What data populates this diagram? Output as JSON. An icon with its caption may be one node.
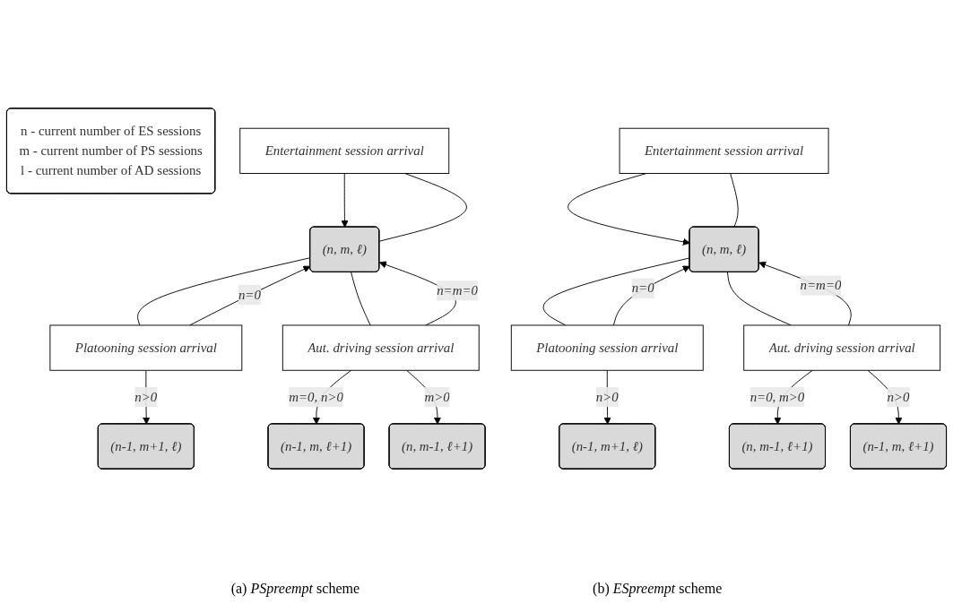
{
  "diagram": {
    "nodes": [
      {
        "text": [
          "(n, m-1, ℓ+1)"
        ]
      },
      {
        "text": [
          "(n-1, m, ℓ+1)"
        ]
      },
      {
        "text": [
          "Entertainment session arrival"
        ]
      },
      {
        "text": [
          "(n, m, ℓ)"
        ]
      },
      {
        "text": [
          "Platooning session arrival"
        ]
      },
      {
        "text": [
          "Aut. driving session arrival"
        ]
      },
      {
        "text": [
          "(n-1, m+1, ℓ)"
        ]
      },
      {
        "text": [
          "n - current number of ES sessions",
          "m - current number of PS sessions",
          "l - current number of AD sessions"
        ]
      },
      {
        "text": [
          "(n-1, m, ℓ+1)"
        ]
      },
      {
        "text": [
          "(n, m-1, ℓ+1)"
        ]
      },
      {
        "text": [
          "Entertainment session arrival"
        ]
      },
      {
        "text": [
          "(n, m, ℓ)"
        ]
      },
      {
        "text": [
          "Platooning session arrival"
        ]
      },
      {
        "text": [
          "Aut. driving session arrival"
        ]
      },
      {
        "text": [
          "(n-1, m+1, ℓ)"
        ]
      }
    ],
    "edges": [
      {
        "from": 3,
        "to": 2,
        "arrow": "none"
      },
      {
        "from": 2,
        "to": 3,
        "arrow": "to"
      },
      {
        "from": 3,
        "to": 4,
        "arrow": "none"
      },
      {
        "from": 4,
        "to": 3,
        "label": "n=0",
        "arrow": "to"
      },
      {
        "from": 4,
        "to": 6,
        "label": "n>0",
        "arrow": "to"
      },
      {
        "from": 3,
        "to": 5,
        "arrow": "none"
      },
      {
        "from": 5,
        "to": 3,
        "label": "n=m=0",
        "arrow": "to"
      },
      {
        "from": 5,
        "to": 1,
        "label": "m=0, n>0",
        "arrow": "to"
      },
      {
        "from": 5,
        "to": 0,
        "label": "m>0",
        "arrow": "to"
      },
      {
        "from": 11,
        "to": 10,
        "arrow": "none"
      },
      {
        "from": 10,
        "to": 11,
        "arrow": "to"
      },
      {
        "from": 11,
        "to": 12,
        "arrow": "none"
      },
      {
        "from": 12,
        "to": 11,
        "label": "n=0",
        "arrow": "to"
      },
      {
        "from": 12,
        "to": 14,
        "label": "n>0",
        "arrow": "to"
      },
      {
        "from": 11,
        "to": 13,
        "arrow": "none"
      },
      {
        "from": 13,
        "to": 11,
        "label": "n=m=0",
        "arrow": "to"
      },
      {
        "from": 13,
        "to": 9,
        "label": "n=0, m>0",
        "arrow": "to"
      },
      {
        "from": 13,
        "to": 8,
        "label": "n>0",
        "arrow": "to"
      }
    ],
    "labels": [
      "(a) *PSpreempt* scheme",
      "(b) *ESpreempt* scheme"
    ]
  }
}
